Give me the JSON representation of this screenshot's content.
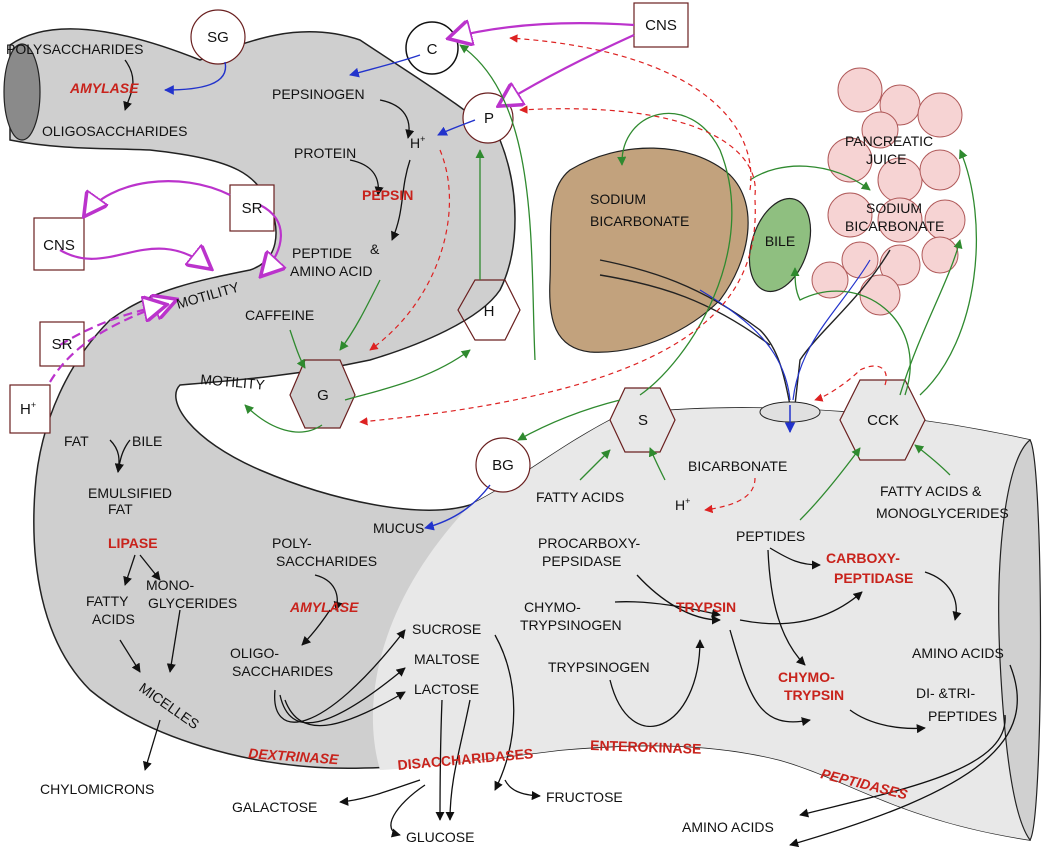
{
  "nodes": {
    "sg": "SG",
    "c": "C",
    "p": "P",
    "cns_top": "CNS",
    "cns_left": "CNS",
    "sr_top": "SR",
    "sr_left": "SR",
    "h_plus_box": "H",
    "h_plus_box_sup": "+",
    "h_cell": "H",
    "g_cell": "G",
    "s_cell": "S",
    "cck_cell": "CCK",
    "bg": "BG",
    "bile": "BILE"
  },
  "mouth": {
    "polysaccharides": "POLYSACCHARIDES",
    "amylase": "AMYLASE",
    "oligosaccharides": "OLIGOSACCHARIDES"
  },
  "stomach": {
    "pepsinogen": "PEPSINOGEN",
    "h_plus": "H",
    "h_plus_sup": "+",
    "protein": "PROTEIN",
    "pepsin": "PEPSIN",
    "ampersand": "&",
    "peptide_line1": "PEPTIDE",
    "peptide_line2": "AMINO ACID",
    "caffeine": "CAFFEINE",
    "motility_upper": "MOTILITY",
    "motility_lower": "MOTILITY"
  },
  "pancreas_liver": {
    "sodium_bicarbonate_l1": "SODIUM",
    "sodium_bicarbonate_l2": "BICARBONATE",
    "pancreatic_juice_l1": "PANCREATIC",
    "pancreatic_juice_l2": "JUICE",
    "p_sodium_l1": "SODIUM",
    "p_sodium_l2": "BICARBONATE"
  },
  "intestine": {
    "fat": "FAT",
    "bile": "BILE",
    "emulsified_l1": "EMULSIFIED",
    "emulsified_l2": "FAT",
    "lipase": "LIPASE",
    "fatty_acids_l1": "FATTY",
    "fatty_acids_l2": "ACIDS",
    "mono_l1": "MONO-",
    "mono_l2": "GLYCERIDES",
    "micelles": "MICELLES",
    "chylomicrons": "CHYLOMICRONS",
    "mucus": "MUCUS",
    "poly_l1": "POLY-",
    "poly_l2": "SACCHARIDES",
    "amylase": "AMYLASE",
    "oligo_l1": "OLIGO-",
    "oligo_l2": "SACCHARIDES",
    "sucrose": "SUCROSE",
    "maltose": "MALTOSE",
    "lactose": "LACTOSE",
    "dextrinase": "DEXTRINASE",
    "disaccharidases": "DISACCHARIDASES",
    "galactose": "GALACTOSE",
    "glucose": "GLUCOSE",
    "fructose": "FRUCTOSE",
    "fatty_acids_s": "FATTY ACIDS",
    "h_plus": "H",
    "h_plus_sup": "+",
    "bicarbonate": "BICARBONATE",
    "procarboxy_l1": "PROCARBOXY-",
    "procarboxy_l2": "PEPSIDASE",
    "chymo_l1": "CHYMO-",
    "chymo_l2": "TRYPSINOGEN",
    "trypsin": "TRYPSIN",
    "trypsinogen": "TRYPSINOGEN",
    "enterokinase": "ENTEROKINASE",
    "peptides": "PEPTIDES",
    "carboxy_l1": "CARBOXY-",
    "carboxy_l2": "PEPTIDASE",
    "chymotrypsin_l1": "CHYMO-",
    "chymotrypsin_l2": "TRYPSIN",
    "amino_acids": "AMINO ACIDS",
    "di_tri_l1": "DI- &TRI-",
    "di_tri_l2": "PEPTIDES",
    "peptidases": "PEPTIDASES",
    "amino_acids_out": "AMINO ACIDS",
    "fatty_mono_l1": "FATTY ACIDS  &",
    "fatty_mono_l2": "MONOGLYCERIDES"
  },
  "colors": {
    "tract_gray": "#c8c8c8",
    "tract_light": "#e6e6e6",
    "liver": "#c2a27d",
    "gallbladder": "#8fbf80",
    "pancreas": "#f6d3d3",
    "enzyme_red": "#c8231c",
    "neural_magenta": "#bb33cc",
    "hormone_green": "#2f8a2f",
    "secretion_blue": "#2233cc"
  }
}
